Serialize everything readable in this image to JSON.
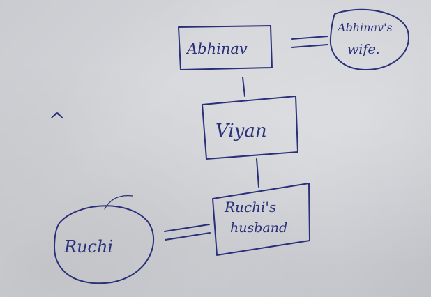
{
  "nodes": {
    "abhinav": {
      "label": "Abhinav"
    },
    "abhinavs_wife": {
      "line1": "Abhinav's",
      "line2": "wife."
    },
    "viyan": {
      "label": "Viyan"
    },
    "ruchis_husband": {
      "line1": "Ruchi's",
      "line2": "husband"
    },
    "ruchi": {
      "label": "Ruchi"
    }
  },
  "stray_mark": "^",
  "colors": {
    "ink": "#2a2f7a",
    "paper": "#cfd1d6"
  }
}
